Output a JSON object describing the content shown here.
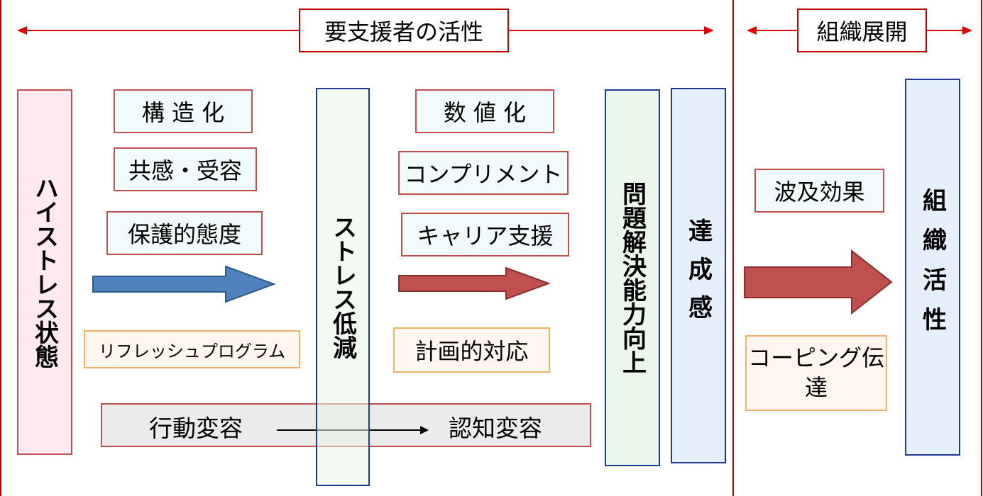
{
  "sections": {
    "left_title": "要支援者の活性",
    "right_title": "組織展開"
  },
  "columns": {
    "high_stress": "ハイストレス状態",
    "stress_reduction": "ストレス低減",
    "problem_solving": "問題解決能力向上",
    "achievement": "達成感",
    "org_activation": "組織活性"
  },
  "stage1": {
    "items": [
      "構 造 化",
      "共感・受容",
      "保護的態度"
    ],
    "program": "リフレッシュプログラム"
  },
  "stage2": {
    "items": [
      "数 値 化",
      "コンプリメント",
      "キャリア支援"
    ],
    "plan": "計画的対応"
  },
  "org": {
    "ripple": "波及効果",
    "coping": "コーピング伝達"
  },
  "change": {
    "behavior": "行動変容",
    "cognition": "認知変容"
  },
  "colors": {
    "frame_red": "#c00000",
    "box_border_red": "#c0504d",
    "arrow_blue": "#4f81bd",
    "arrow_red": "#c0504d"
  }
}
